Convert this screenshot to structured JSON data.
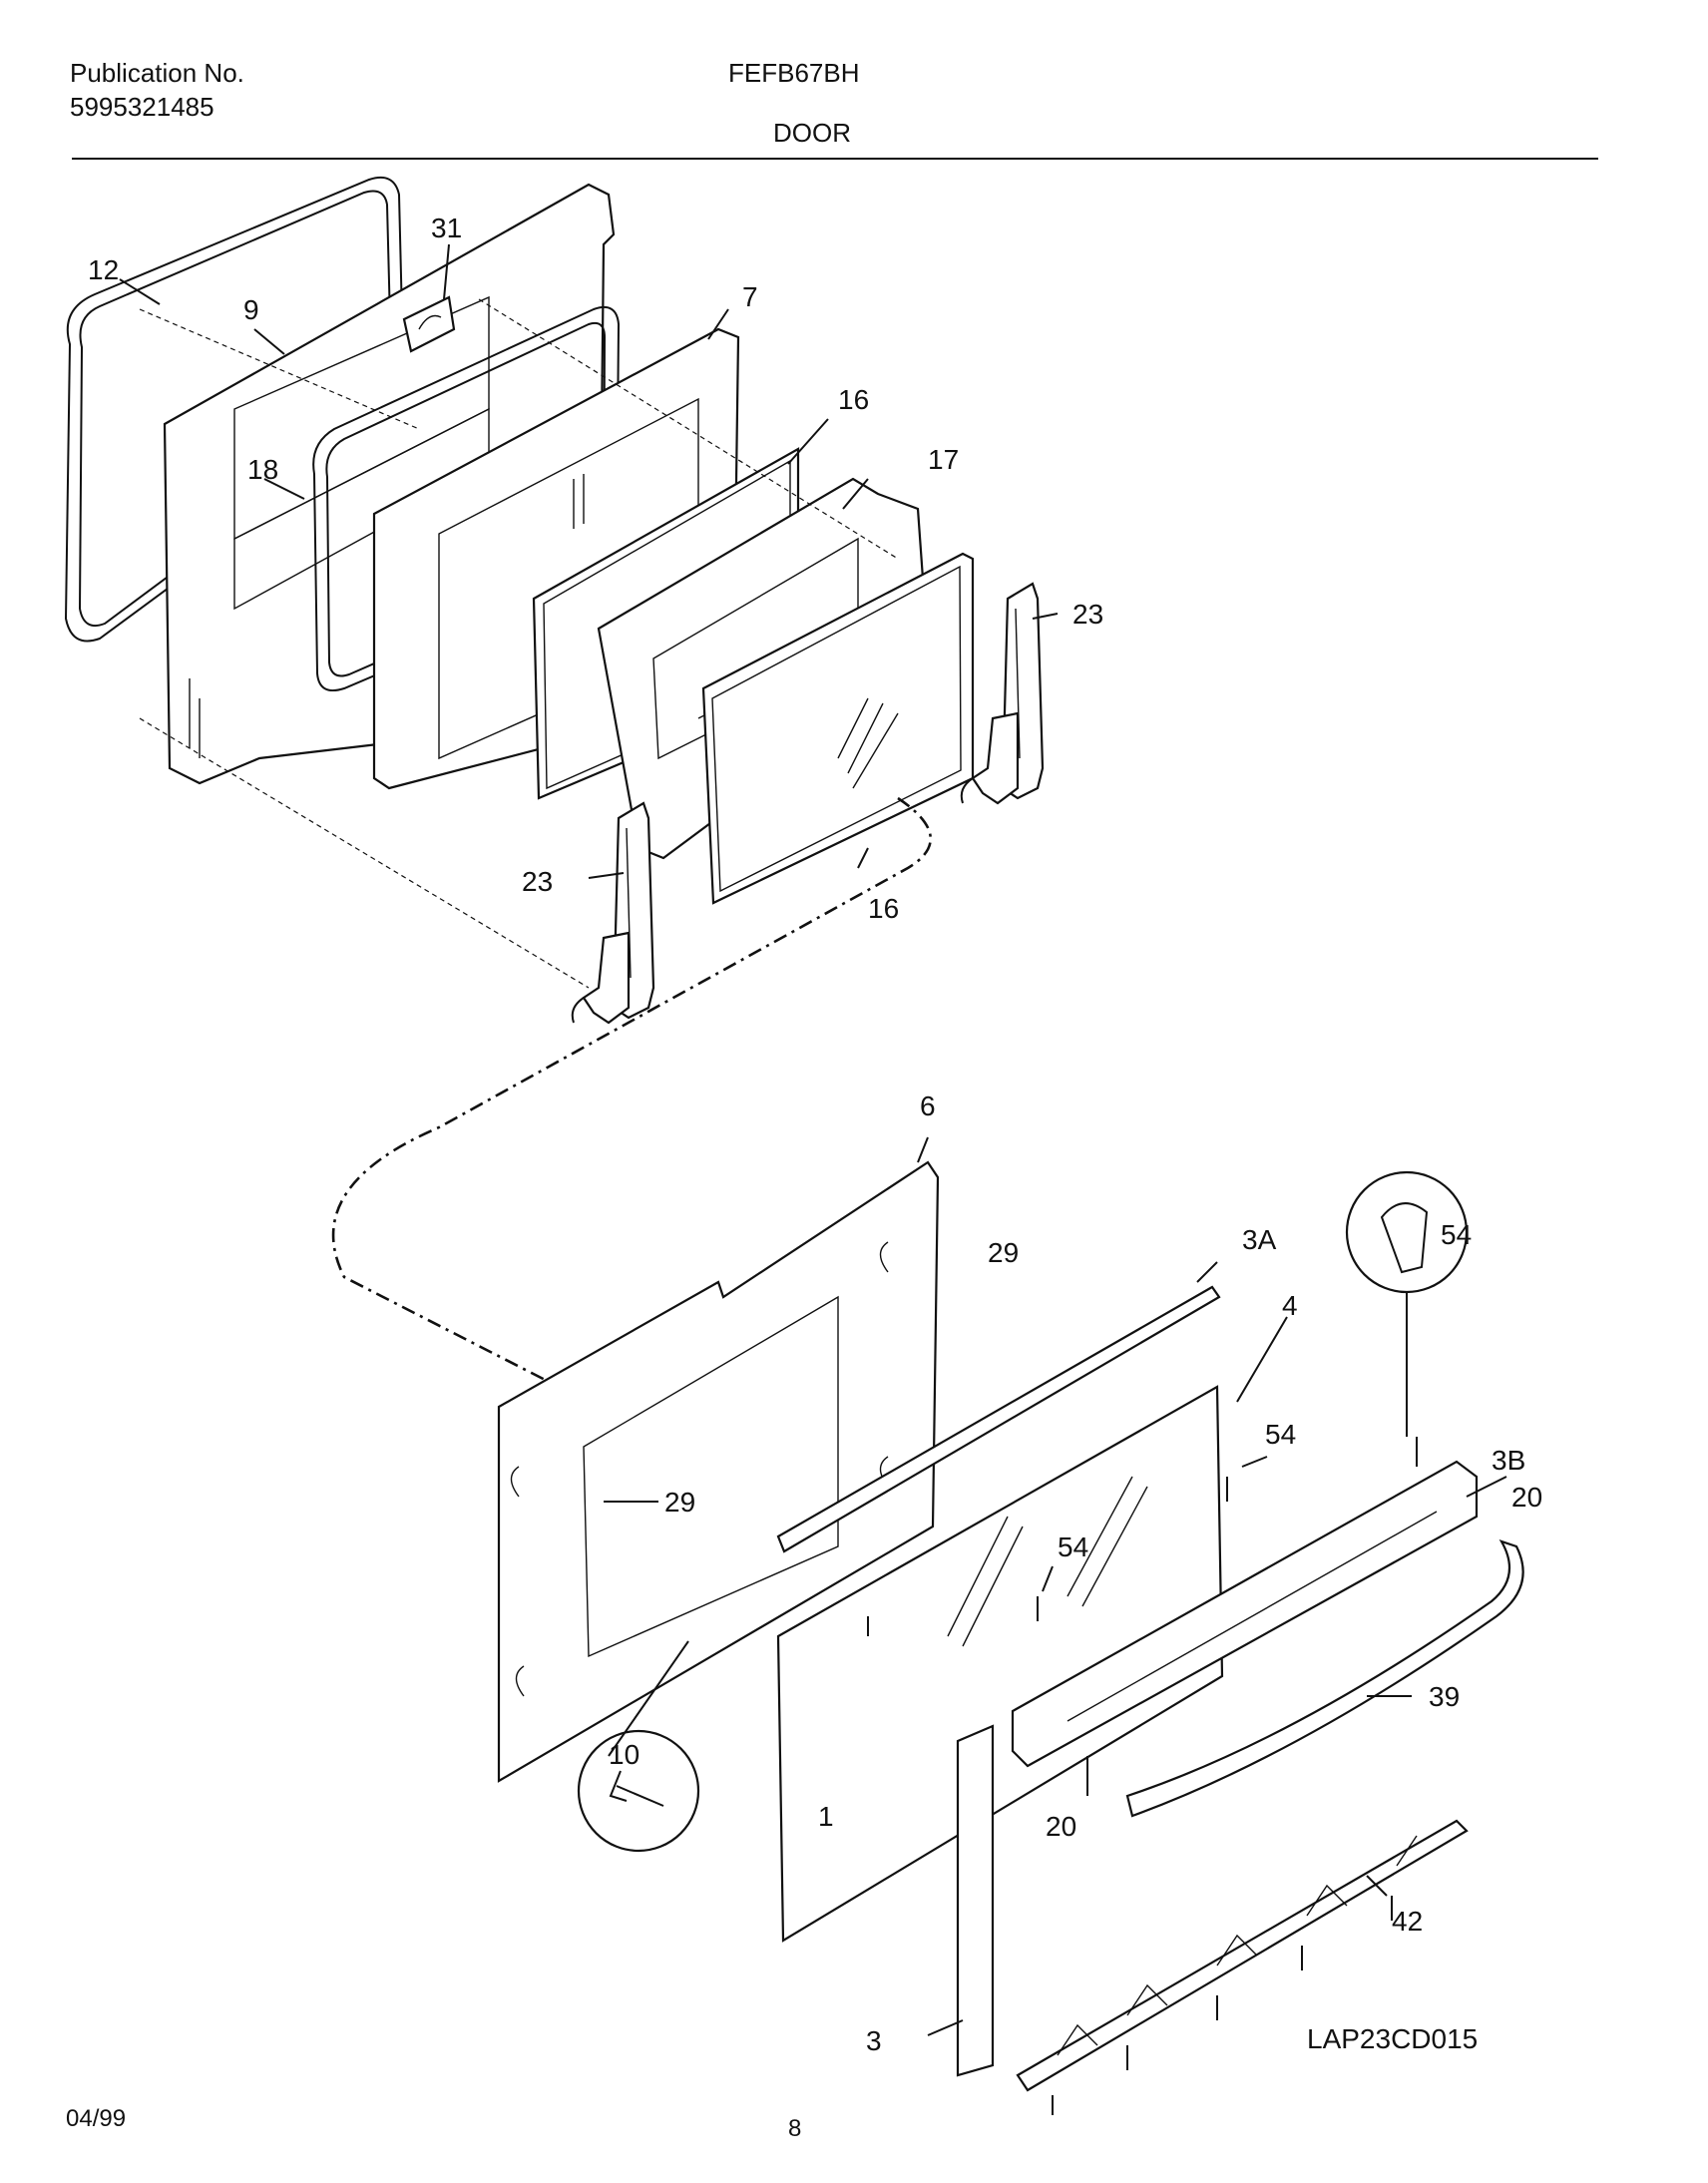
{
  "header": {
    "publication_label": "Publication No.",
    "publication_number": "5995321485",
    "model": "FEFB67BH",
    "section": "DOOR"
  },
  "footer": {
    "date": "04/99",
    "page_number": "8",
    "diagram_code": "LAP23CD015"
  },
  "callouts": {
    "c12": "12",
    "c9": "9",
    "c31": "31",
    "c7": "7",
    "c16a": "16",
    "c17": "17",
    "c18": "18",
    "c23a": "23",
    "c23b": "23",
    "c16b": "16",
    "c6": "6",
    "c29a": "29",
    "c3A": "3A",
    "c54a": "54",
    "c4": "4",
    "c54b": "54",
    "c3B": "3B",
    "c20a": "20",
    "c29b": "29",
    "c54c": "54",
    "c39": "39",
    "c10": "10",
    "c1": "1",
    "c20b": "20",
    "c42": "42",
    "c3": "3"
  }
}
